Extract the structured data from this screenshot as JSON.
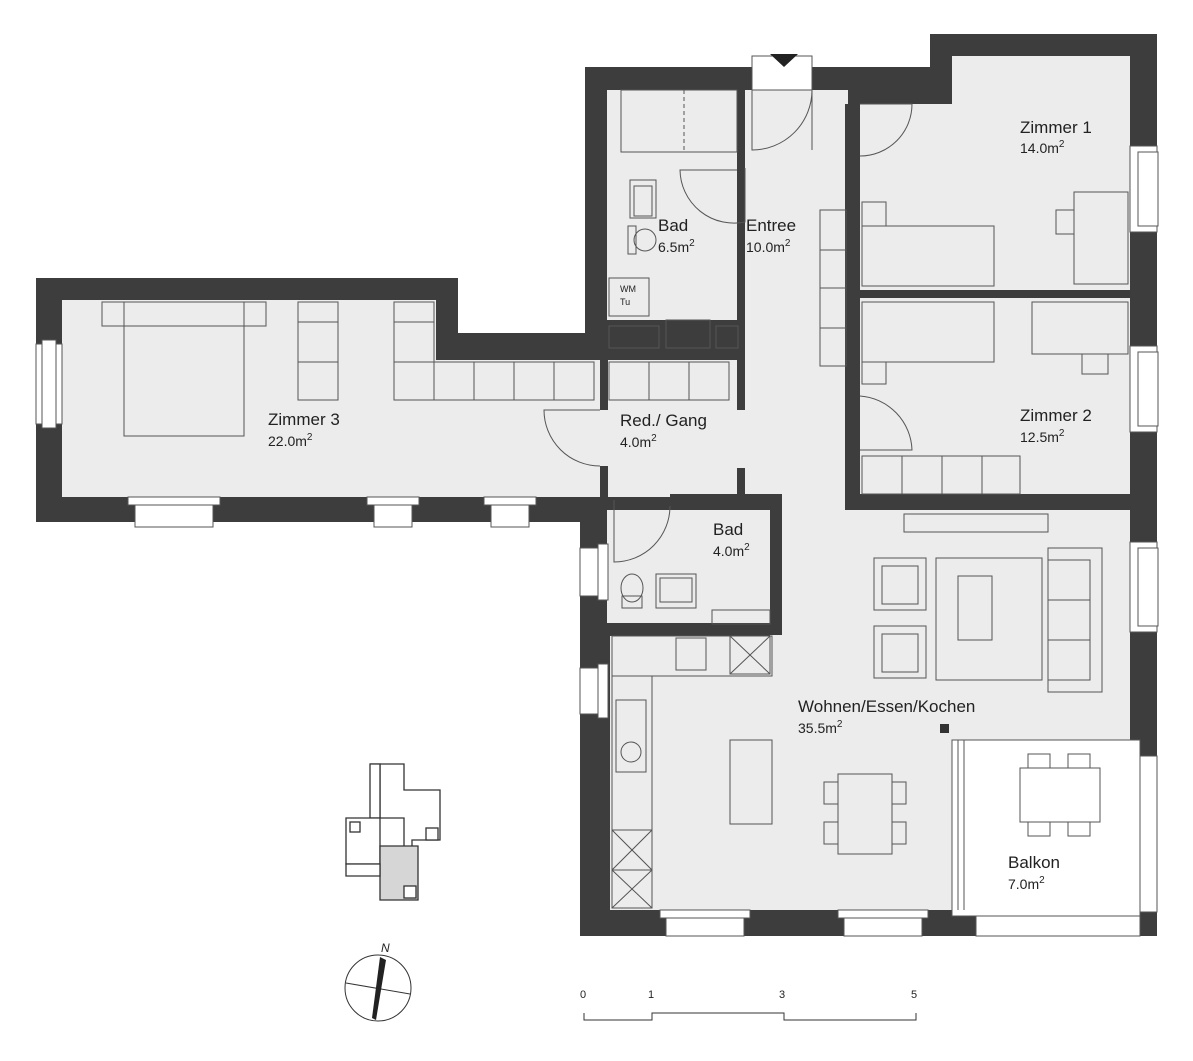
{
  "rooms": {
    "zimmer1": {
      "name": "Zimmer 1",
      "area": "14.0m",
      "unit_exp": "2"
    },
    "zimmer2": {
      "name": "Zimmer 2",
      "area": "12.5m",
      "unit_exp": "2"
    },
    "zimmer3": {
      "name": "Zimmer 3",
      "area": "22.0m",
      "unit_exp": "2"
    },
    "bad1": {
      "name": "Bad",
      "area": "6.5m",
      "unit_exp": "2"
    },
    "entree": {
      "name": "Entree",
      "area": "10.0m",
      "unit_exp": "2"
    },
    "gang": {
      "name": "Red./ Gang",
      "area": "4.0m",
      "unit_exp": "2"
    },
    "bad2": {
      "name": "Bad",
      "area": "4.0m",
      "unit_exp": "2"
    },
    "wohnen": {
      "name": "Wohnen/Essen/Kochen",
      "area": "35.5m",
      "unit_exp": "2"
    },
    "balkon": {
      "name": "Balkon",
      "area": "7.0m",
      "unit_exp": "2"
    }
  },
  "appliance": {
    "wm": "WM",
    "tu": "Tu"
  },
  "north": {
    "label": "N"
  },
  "scale_bar": {
    "ticks": [
      "0",
      "1",
      "3",
      "5"
    ]
  },
  "colors": {
    "wall": "#3d3d3d",
    "floor": "#ececec",
    "balcony": "#ffffff",
    "key_plan_highlight": "#d6d6d6"
  }
}
